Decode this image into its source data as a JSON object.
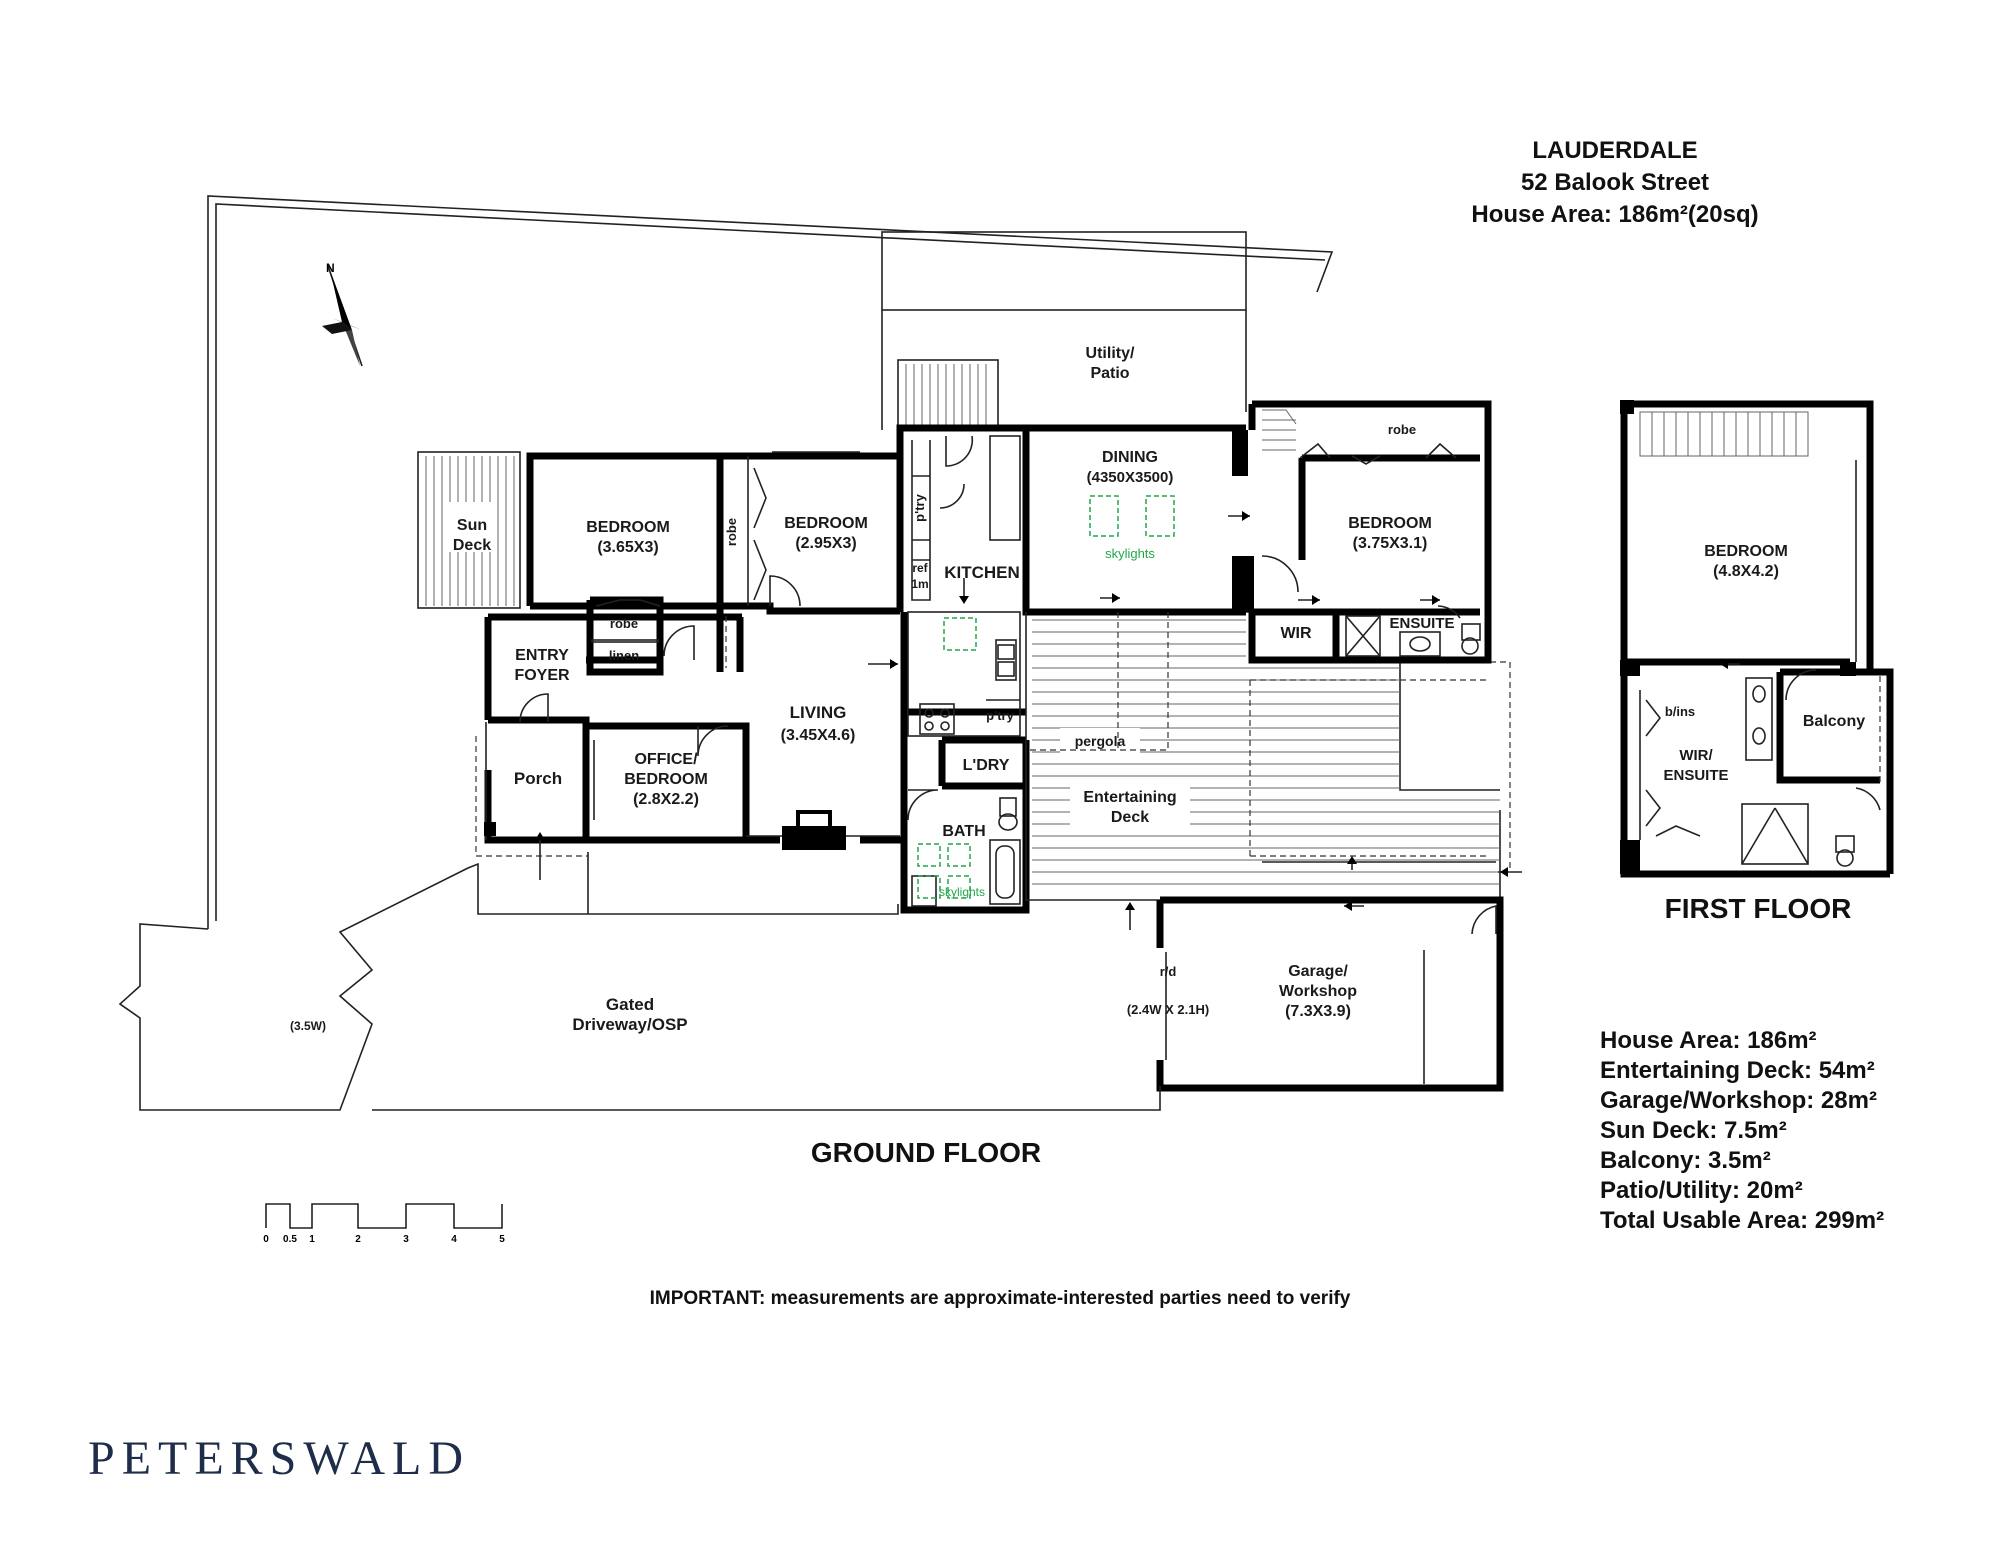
{
  "header": {
    "suburb": "LAUDERDALE",
    "address": "52 Balook Street",
    "house_area": "House Area: 186m²(20sq)"
  },
  "rooms": {
    "sun_deck_1": "Sun",
    "sun_deck_2": "Deck",
    "bedroom1": "BEDROOM",
    "bedroom1_dim": "(3.65X3)",
    "robe1": "robe",
    "bedroom2": "BEDROOM",
    "bedroom2_dim": "(2.95X3)",
    "robe_small": "robe",
    "linen": "linen",
    "entry_1": "ENTRY",
    "entry_2": "FOYER",
    "porch": "Porch",
    "office_1": "OFFICE/",
    "office_2": "BEDROOM",
    "office_dim": "(2.8X2.2)",
    "living": "LIVING",
    "living_dim": "(3.45X4.6)",
    "pantry1": "p'try",
    "ref_1": "ref",
    "ref_2": "1m",
    "kitchen": "KITCHEN",
    "pantry2": "p'try",
    "laundry": "L'DRY",
    "bath": "BATH",
    "skylights_bath": "skylights",
    "utility_1": "Utility/",
    "utility_2": "Patio",
    "dining": "DINING",
    "dining_dim": "(4350X3500)",
    "skylights_dining": "skylights",
    "pergola": "pergola",
    "deck_1": "Entertaining",
    "deck_2": "Deck",
    "robe3": "robe",
    "bedroom3": "BEDROOM",
    "bedroom3_dim": "(3.75X3.1)",
    "wir": "WIR",
    "ensuite": "ENSUITE",
    "driveway_1": "Gated",
    "driveway_2": "Driveway/OSP",
    "driveway_width": "(3.5W)",
    "rd": "r/d",
    "rd_dim": "(2.4W X 2.1H)",
    "garage_1": "Garage/",
    "garage_2": "Workshop",
    "garage_dim": "(7.3X3.9)",
    "ff_bedroom": "BEDROOM",
    "ff_bedroom_dim": "(4.8X4.2)",
    "bins": "b/ins",
    "ff_wir_1": "WIR/",
    "ff_wir_2": "ENSUITE",
    "balcony": "Balcony",
    "north": "N"
  },
  "floor_titles": {
    "ground": "GROUND FLOOR",
    "first": "FIRST FLOOR"
  },
  "summary": [
    "House Area: 186m²",
    "Entertaining Deck: 54m²",
    "Garage/Workshop: 28m²",
    "Sun Deck: 7.5m²",
    "Balcony: 3.5m²",
    "Patio/Utility: 20m²",
    "Total Usable Area: 299m²"
  ],
  "scale": [
    "0",
    "0.5",
    "1",
    "2",
    "3",
    "4",
    "5"
  ],
  "notice": "IMPORTANT: measurements are approximate-interested parties need to verify",
  "brand": "PETERSWALD"
}
